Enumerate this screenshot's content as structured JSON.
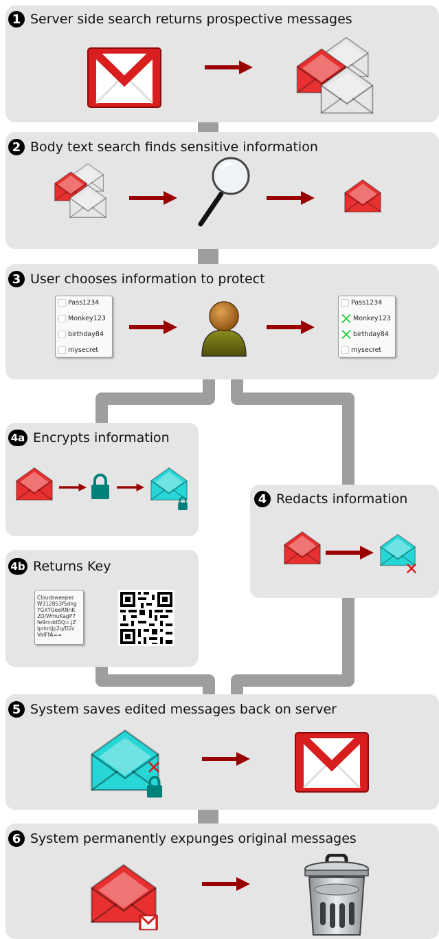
{
  "steps": {
    "s1": {
      "num": "1",
      "title": "Server side search returns prospective messages"
    },
    "s2": {
      "num": "2",
      "title": "Body text search finds sensitive information"
    },
    "s3": {
      "num": "3",
      "title": "User chooses information to protect"
    },
    "s4a": {
      "num": "4a",
      "title": "Encrypts information"
    },
    "s4b": {
      "num": "4b",
      "title": "Returns Key"
    },
    "s4": {
      "num": "4",
      "title": "Redacts information"
    },
    "s5": {
      "num": "5",
      "title": "System saves edited messages back on server"
    },
    "s6": {
      "num": "6",
      "title": "System permanently expunges original messages"
    }
  },
  "checklist_before": [
    "Pass1234",
    "Monkey123",
    "birthday84",
    "mysecret"
  ],
  "checklist_after": [
    "Pass1234",
    "Monkey123",
    "birthday84",
    "mysecret"
  ],
  "checked_after": [
    false,
    true,
    true,
    false
  ],
  "key_text": "Cloudsweeper.\nW312853f5dng\nYGXYOeeRNnK\n2D/WmuKagP7\nfe9rnddDQ=.jZ\nlprknIjp2q/D2c\nVaIFfA==",
  "colors": {
    "panel": "#e5e5e5",
    "connector": "#9e9e9e",
    "arrow": "#990000",
    "red_envelope": "#e83030",
    "cyan_envelope": "#27d6d6",
    "lock": "#00807a",
    "user_body": "#6b6b10",
    "user_head": "#b07020"
  },
  "icons": [
    "gmail-icon",
    "envelope-icon",
    "magnifier-icon",
    "user-icon",
    "lock-icon",
    "qr-code-icon",
    "trash-icon",
    "red-x-icon"
  ]
}
